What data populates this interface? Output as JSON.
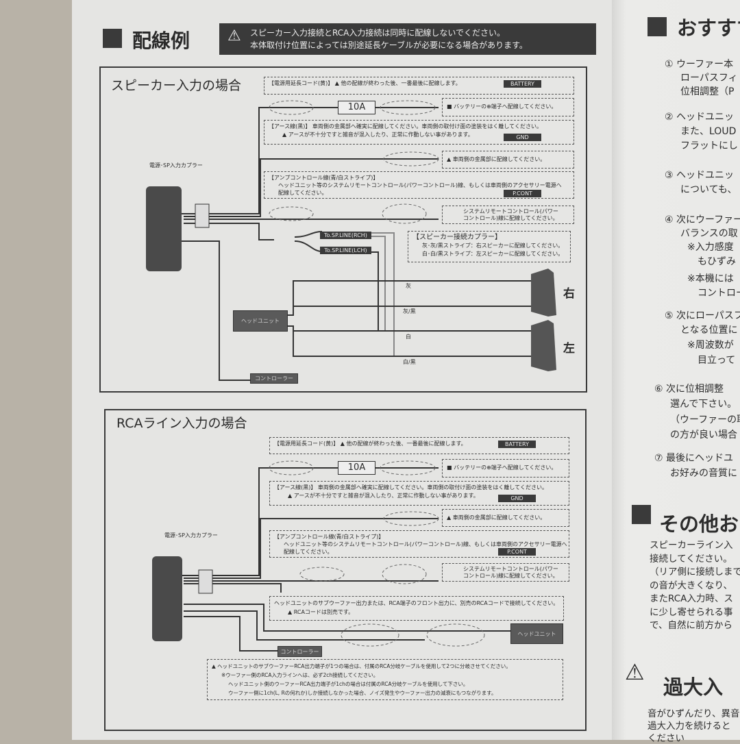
{
  "header": {
    "title": "配線例",
    "warning_lines": [
      "スピーカー入力接続とRCA入力接続は同時に配線しないでください。",
      "本体取付け位置によっては別途延長ケーブルが必要になる場合があります。"
    ]
  },
  "speaker_panel": {
    "title": "スピーカー入力の場合",
    "power": {
      "label": "【電源用延長コード(黄)】 ▲ 他の配線が終わった後、一番最後に配線します。",
      "badge": "BATTERY",
      "fuse": "10A",
      "dest": "バッテリーの⊕端子へ配線してください。"
    },
    "ground": {
      "line1": "【アース線(黒)】 車両側の金属部へ確実に配線してください。車両側の取付け面の塗装をはく離してください。",
      "line2": "▲ アースが不十分ですと雑音が混入したり、正常に作動しない事があります。",
      "badge": "GND",
      "dest": "車両側の金属部に配線してください。"
    },
    "amp_control": {
      "line1": "【アンプコントロール線(青/白ストライプ)】",
      "line2": "ヘッドユニット等のシステムリモートコントロール(パワーコントロール)線、もしくは車両側のアクセサリー電源へ",
      "line3": "配線してください。",
      "badge": "P.CONT",
      "dest1": "システムリモートコントロール(パワー",
      "dest2": "コントロール)線に配線してください。"
    },
    "coupler_label": "電源･SP入力カプラー",
    "rch": "To.SP.LINE(RCH)",
    "lch": "To.SP.LINE(LCH)",
    "sp_coupler": {
      "title": "【スピーカー接続カプラー】",
      "line1": "灰･灰/黒ストライプ：右スピーカーに配線してください。",
      "line2": "白･白/黒ストライプ：左スピーカーに配線してください。"
    },
    "wire_labels": [
      "灰",
      "灰/黒",
      "白",
      "白/黒"
    ],
    "head_unit": "ヘッドユニット",
    "controller": "コントローラー",
    "right": "右",
    "left": "左"
  },
  "rca_panel": {
    "title": "RCAライン入力の場合",
    "power": {
      "label": "【電源用延長コード(黄)】 ▲ 他の配線が終わった後、一番最後に配線します。",
      "badge": "BATTERY",
      "fuse": "10A",
      "dest": "バッテリーの⊕端子へ配線してください。"
    },
    "ground": {
      "line1": "【アース線(黒)】 車両側の金属部へ確実に配線してください。車両側の取付け面の塗装をはく離してください。",
      "line2": "▲ アースが不十分ですと雑音が混入したり、正常に作動しない事があります。",
      "badge": "GND",
      "dest": "車両側の金属部に配線してください。"
    },
    "amp_control": {
      "line1": "【アンプコントロール線(青/白ストライプ)】",
      "line2": "ヘッドユニット等のシステムリモートコントロール(パワーコントロール)線、もしくは車両側のアクセサリー電源へ",
      "line3": "配線してください。",
      "badge": "P.CONT",
      "dest1": "システムリモートコントロール(パワー",
      "dest2": "コントロール)線に配線してください。"
    },
    "coupler_label": "電源･SP入力カプラー",
    "rca_note1": "ヘッドユニットのサブウーファー出力または、RCA端子のフロント出力に、別売のRCAコードで接続してください。",
    "rca_note2": "▲ RCAコードは別売です。",
    "head_unit": "ヘッドユニット",
    "controller": "コントローラー",
    "bottom_note": [
      "▲ ヘッドユニットのサブウーファーRCA出力端子が1つの場合は、付属のRCA分岐ケーブルを使用して2つに分岐させてください。",
      "※ウーファー側のRCA入力ラインへは、必ず2ch接続してください。",
      "ヘッドユニット側のウーファーRCA出力端子が1chの場合は付属のRCA分岐ケーブルを使用して下さい。",
      "ウーファー側に1ch(L, Rの何れか)しか接続しなかった場合、ノイズ発生やウーファー出力の減衰にもつながります。"
    ]
  },
  "right_page": {
    "heading1": "おすすす",
    "lines": [
      "① ウーファー本",
      "ローパスフィ",
      "位相調整（P",
      "② ヘッドユニッ",
      "また、LOUD",
      "フラットにし",
      "③ ヘッドユニッ",
      "についても、",
      "④ 次にウーファー",
      "バランスの取",
      "※入力感度",
      "もひずみ",
      "※本機には",
      "コントロー",
      "⑤ 次にローパスフ",
      "となる位置に",
      "※周波数が",
      "目立って",
      "⑥ 次に位相調整",
      "選んで下さい。",
      "（ウーファーの取",
      "の方が良い場合",
      "⑦ 最後にヘッドユ",
      "お好みの音質に"
    ],
    "heading2": "その他お",
    "para2": [
      "スピーカーライン入",
      "接続してください。",
      "（リア側に接続しまで",
      "の音が大きくなり、",
      "またRCA入力時、ス",
      "に少し寄せられる事",
      "で、自然に前方から"
    ],
    "heading3": "過大入",
    "para3": [
      "音がひずんだり、異音",
      "過大入力を続けると",
      "ください"
    ]
  }
}
